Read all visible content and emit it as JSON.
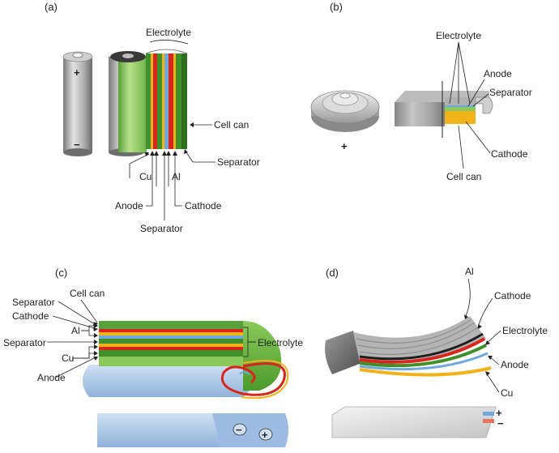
{
  "panel_a": {
    "tag": "(a)",
    "electrolyte": "Electrolyte",
    "cell_can": "Cell can",
    "separator_right": "Separator",
    "cathode": "Cathode",
    "separator_bottom": "Separator",
    "anode": "Anode",
    "cu": "Cu",
    "al": "Al",
    "plus": "+",
    "minus": "−"
  },
  "panel_b": {
    "tag": "(b)",
    "electrolyte": "Electrolyte",
    "anode": "Anode",
    "separator": "Separator",
    "cathode": "Cathode",
    "cell_can": "Cell can",
    "plus": "+"
  },
  "panel_c": {
    "tag": "(c)",
    "cell_can": "Cell can",
    "separator_top": "Separator",
    "cathode": "Cathode",
    "al": "Al",
    "separator_mid": "Separator",
    "cu": "Cu",
    "anode": "Anode",
    "electrolyte": "Electrolyte",
    "minus": "−",
    "plus": "+"
  },
  "panel_d": {
    "tag": "(d)",
    "al": "Al",
    "cathode": "Cathode",
    "electrolyte": "Electrolyte",
    "anode": "Anode",
    "cu": "Cu",
    "plus": "+",
    "minus": "−"
  },
  "colors": {
    "anode_green": "#3f8f2a",
    "cathode_red": "#d9261c",
    "separator_yellow": "#f2b21a",
    "separator_blue": "#6fa8dc",
    "can_gray": "#9a9a9a",
    "light_green": "#8ac95a"
  }
}
